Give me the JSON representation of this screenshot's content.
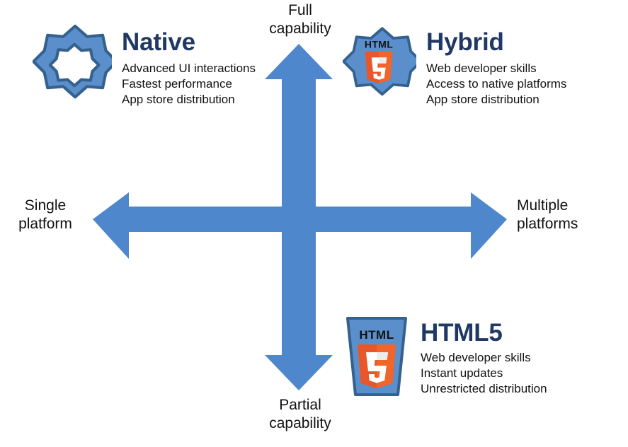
{
  "diagram": {
    "title_color": "#1F3864",
    "arrow_color": "#4E87CC",
    "body_text_color": "#121212",
    "star_fill": "#5B8FCB",
    "star_stroke": "#35618F",
    "html5_shield_blue": "#5B8FCB",
    "html5_shield_stroke": "#35618F",
    "html5_orange": "#E8562A",
    "html5_orange_light": "#F16529"
  },
  "axes": {
    "top": {
      "label": "Full\ncapability",
      "icon": "arrow-up-icon"
    },
    "bottom": {
      "label": "Partial\ncapability",
      "icon": "arrow-down-icon"
    },
    "left": {
      "label": "Single\nplatform",
      "icon": "arrow-left-icon"
    },
    "right": {
      "label": "Multiple\nplatforms",
      "icon": "arrow-right-icon"
    }
  },
  "quadrants": [
    {
      "key": "native",
      "title": "Native",
      "icon": "seven-point-star-icon",
      "bullets": [
        "Advanced UI interactions",
        "Fastest performance",
        "App store distribution"
      ]
    },
    {
      "key": "hybrid",
      "title": "Hybrid",
      "icon": "star-with-html5-icon",
      "icon_badge_text": "HTML",
      "icon_badge_number": "5",
      "bullets": [
        "Web developer skills",
        "Access to native platforms",
        "App store distribution"
      ]
    },
    {
      "key": "html5",
      "title": "HTML5",
      "icon": "html5-shield-icon",
      "icon_badge_text": "HTML",
      "icon_badge_number": "5",
      "bullets": [
        "Web developer skills",
        "Instant updates",
        "Unrestricted distribution"
      ]
    }
  ]
}
